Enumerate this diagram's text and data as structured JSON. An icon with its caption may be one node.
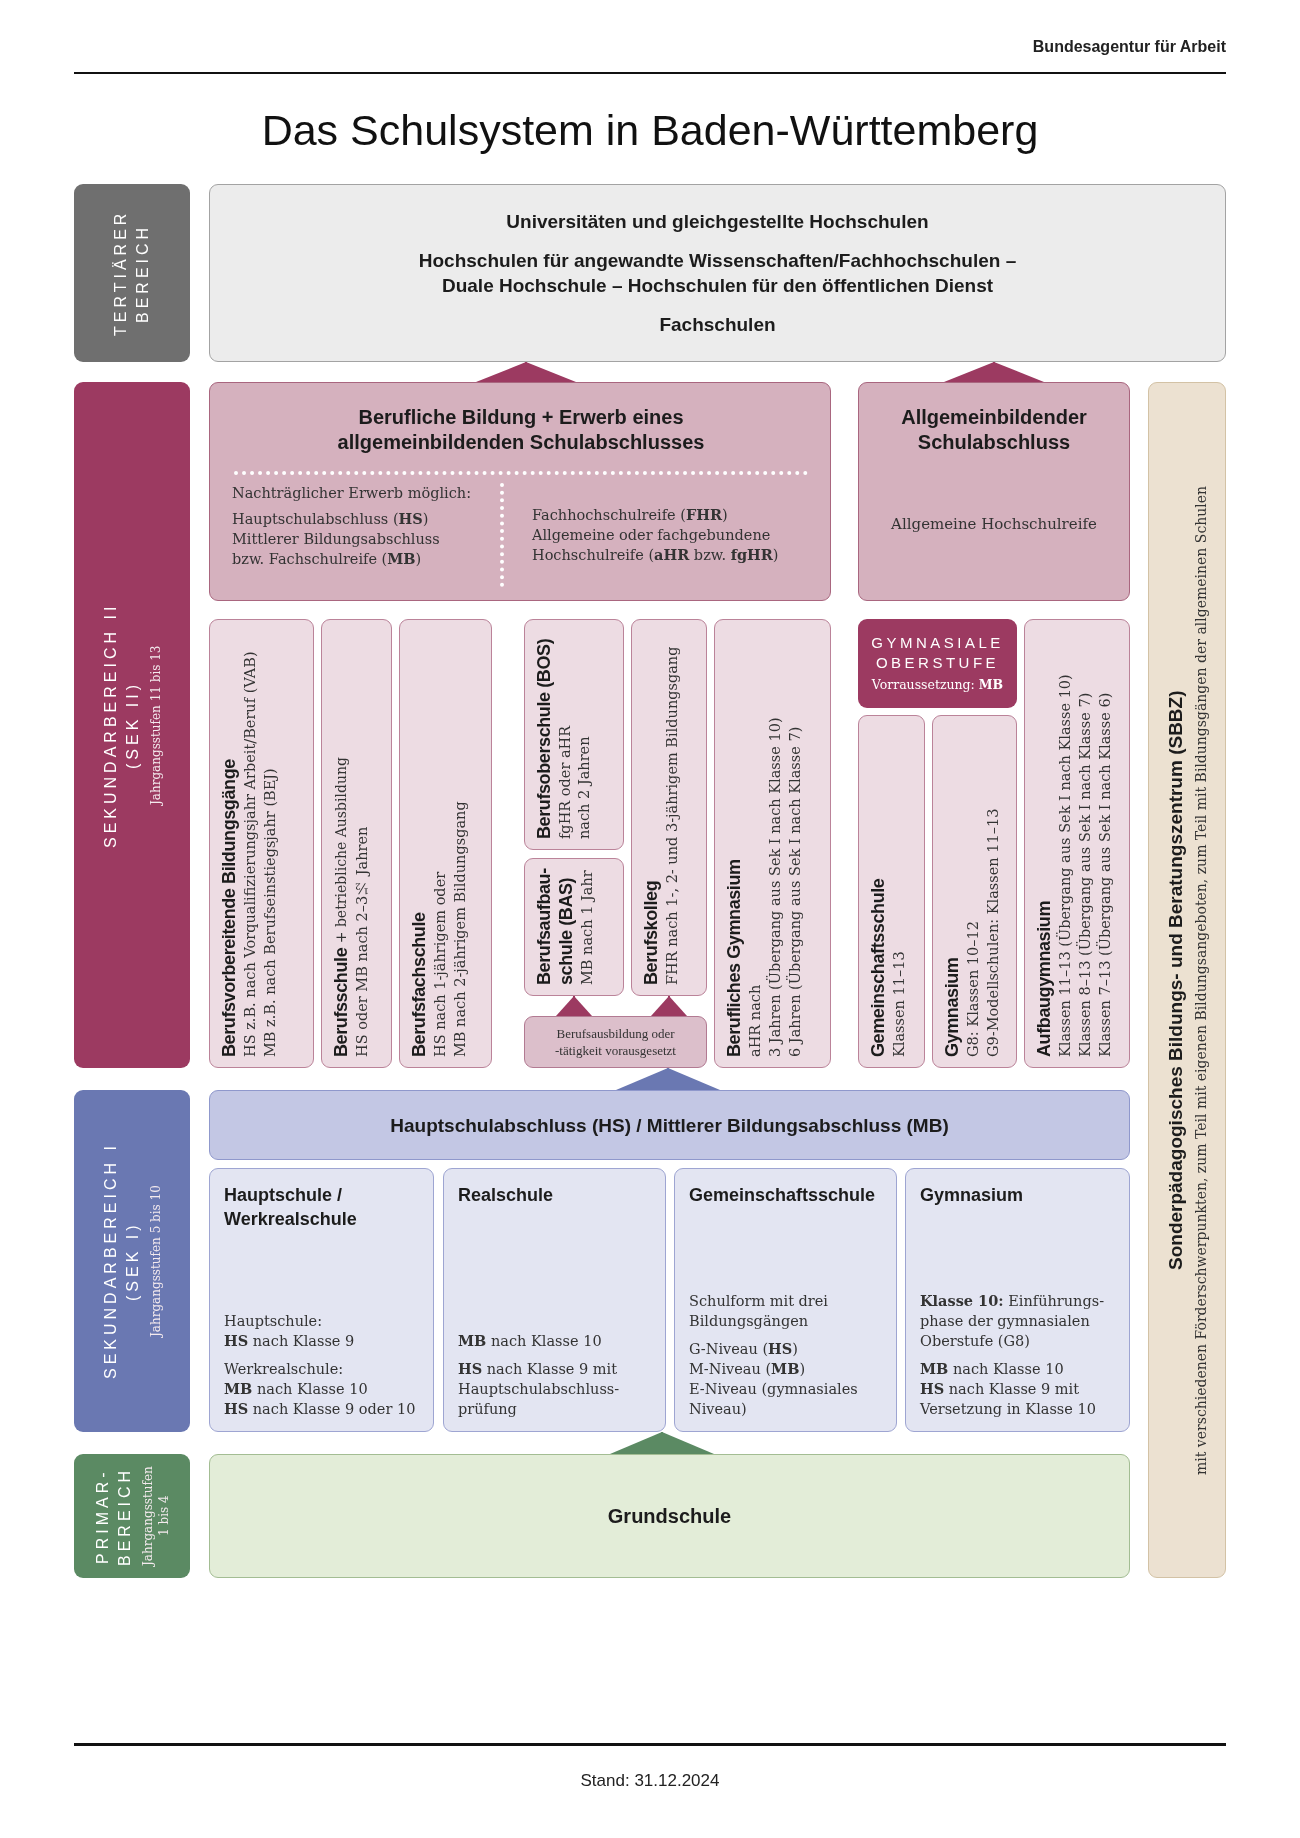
{
  "diagram": {
    "title": "Das Schulsystem in Baden-Württemberg",
    "nodes": [
      {
        "text": [
          "TERTIÄRER BEREICH"
        ]
      },
      {
        "text": [
          "Universitäten und gleichgestellte Hochschulen",
          "Hochschulen für angewandte Wissenschaften/Fachhochschulen – Duale Hochschule – Hochschulen für den öffentlichen Dienst",
          "Fachschulen"
        ]
      },
      {
        "text": [
          "SEKUNDARBEREICH II (SEK II)",
          "Jahrgangsstufen 11 bis 13"
        ]
      },
      {
        "text": [
          "Berufliche Bildung + Erwerb eines allgemeinbildenden Schulabschlusses",
          "Nachträglicher Erwerb möglich:",
          "Hauptschulabschluss (**HS**)",
          "Mittlerer Bildungsabschluss bzw. Fachschulreife (**MB**)",
          "Fachhochschulreife (**FHR**)",
          "Allgemeine oder fachgebundene Hochschulreife (**aHR** bzw. **fgHR**)"
        ]
      },
      {
        "text": [
          "Allgemeinbildender Schulabschluss",
          "Allgemeine Hochschulreife"
        ]
      },
      {
        "text": [
          "Sonderpädagogisches Bildungs- und Beratungszentrum (SBBZ)",
          "mit verschiedenen Förderschwerpunkten, zum Teil mit eigenen Bildungsangeboten, zum Teil mit Bildungsgängen der allgemeinen Schulen"
        ]
      },
      {
        "text": [
          "Berufsvorbereitende Bildungsgänge",
          "HS z.B. nach Vorqualifizierungsjahr Arbeit/Beruf (VAB)",
          "MB z.B. nach Berufseinstiegsjahr (BEJ)"
        ]
      },
      {
        "text": [
          "**Berufsschule** + betriebliche Ausbildung",
          "HS oder MB nach 2–3½ Jahren"
        ]
      },
      {
        "text": [
          "Berufsfachschule",
          "HS nach 1-jährigem oder",
          "MB nach 2-jährigem Bildungsgang"
        ]
      },
      {
        "text": [
          "Berufsoberschule (BOS)",
          "fgHR oder aHR nach 2 Jahren"
        ]
      },
      {
        "text": [
          "Berufsaufbau- schule (BAS)",
          "MB nach 1 Jahr"
        ]
      },
      {
        "text": [
          "Berufskolleg",
          "FHR nach 1-, 2- und 3-jährigem Bildungsgang"
        ]
      },
      {
        "text": [
          "Berufsausbildung oder -tätigkeit vorausgesetzt"
        ]
      },
      {
        "text": [
          "Berufliches Gymnasium",
          "aHR nach",
          "3 Jahren (Übergang aus Sek I nach Klasse 10)",
          "6 Jahren (Übergang aus Sek I nach Klasse 7)"
        ]
      },
      {
        "text": [
          "GYMNASIALE OBERSTUFE",
          "Vorraussetzung: **MB**"
        ]
      },
      {
        "text": [
          "Gemeinschaftsschule",
          "Klassen 11–13"
        ]
      },
      {
        "text": [
          "Gymnasium",
          "G8: Klassen 10–12",
          "G9-Modellschulen: Klassen 11–13"
        ]
      },
      {
        "text": [
          "Aufbaugymnasium",
          "Klassen 11–13 (Übergang aus Sek I nach Klasse 10)",
          "Klassen 8–13 (Übergang aus Sek I nach Klasse 7)",
          "Klassen 7–13 (Übergang aus Sek I nach Klasse 6)"
        ]
      },
      {
        "text": [
          "SEKUNDARBEREICH I (SEK I)",
          "Jahrgangsstufen 5 bis 10"
        ]
      },
      {
        "text": [
          "Hauptschulabschluss (HS) / Mittlerer Bildungsabschluss (MB)"
        ]
      },
      {
        "text": [
          "Hauptschule / Werkrealschule",
          "Hauptschule:",
          "**HS** nach Klasse 9",
          "Werkrealschule:",
          "**MB** nach Klasse 10",
          "**HS** nach Klasse 9 oder 10"
        ]
      },
      {
        "text": [
          "Realschule",
          "**MB** nach Klasse 10",
          "**HS** nach Klasse 9 mit Hauptschulabschluss- prüfung"
        ]
      },
      {
        "text": [
          "Gemeinschaftsschule",
          "Schulform mit drei Bildungsgängen",
          "G-Niveau (**HS**)",
          "M-Niveau (**MB**)",
          "E-Niveau (gymnasiales Niveau)"
        ]
      },
      {
        "text": [
          "Gymnasium",
          "**Klasse 10:** Einführungs- phase der gymnasialen Oberstufe (G8)",
          "**MB** nach Klasse 10",
          "**HS** nach Klasse 9 mit Versetzung in Klasse 10"
        ]
      },
      {
        "text": [
          "PRIMAR- BEREICH",
          "Jahrgangsstufen 1 bis 4"
        ]
      },
      {
        "text": [
          "Grundschule"
        ]
      }
    ],
    "edges": [
      {
        "from": 3,
        "to": 1,
        "arrow": "to"
      },
      {
        "from": 4,
        "to": 1,
        "arrow": "to"
      },
      {
        "from": 12,
        "to": 10,
        "arrow": "to"
      },
      {
        "from": 12,
        "to": 11,
        "arrow": "to"
      },
      {
        "from": 19,
        "to": 12,
        "arrow": "to",
        "color": "#6a78b2"
      },
      {
        "from": 25,
        "to": 21,
        "arrow": "to",
        "color": "#5b8a63"
      }
    ],
    "labels": [
      "Bundesagentur für Arbeit",
      "Stand: 31.12.2024"
    ]
  }
}
